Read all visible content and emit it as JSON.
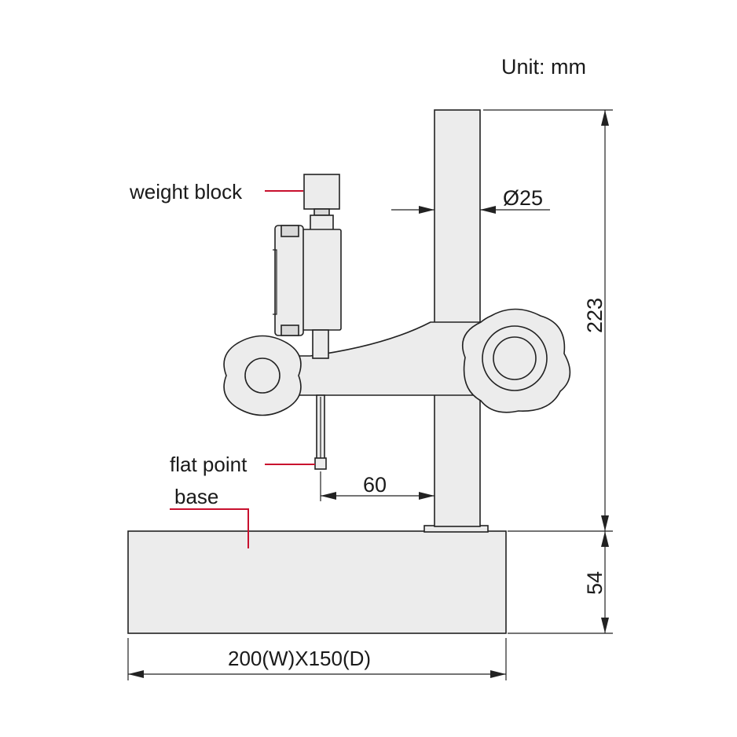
{
  "unit_label": "Unit: mm",
  "labels": {
    "weight_block": "weight block",
    "flat_point": "flat point",
    "base": "base"
  },
  "dimensions": {
    "column_diameter": "Ø25",
    "column_height": "223",
    "base_height": "54",
    "reach": "60",
    "base_size": "200(W)X150(D)"
  },
  "colors": {
    "leader": "#c8102e",
    "outline": "#222222",
    "part_fill": "#ececec"
  }
}
